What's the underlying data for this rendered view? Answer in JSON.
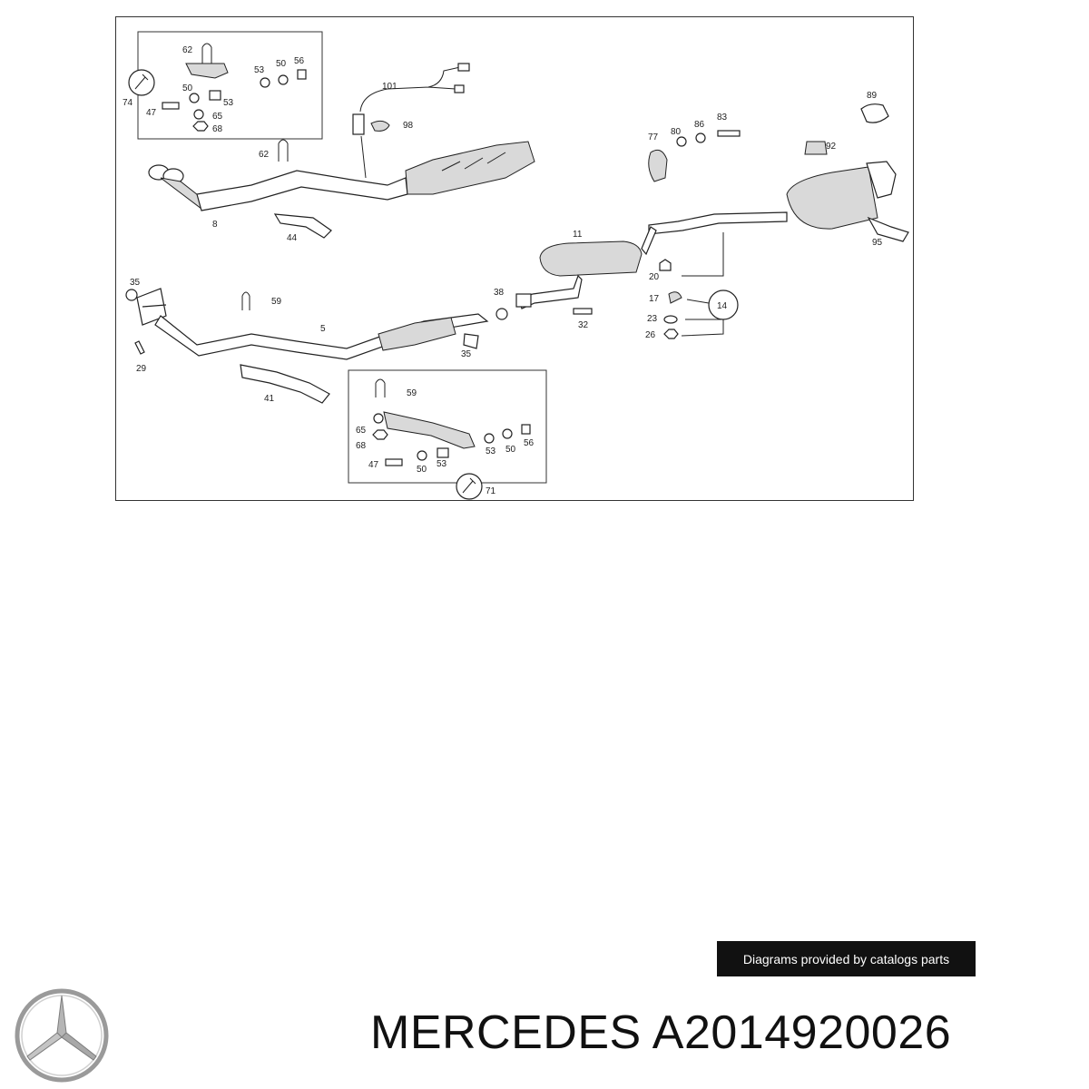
{
  "diagram": {
    "callouts": [
      "62",
      "56",
      "50",
      "53",
      "74",
      "50",
      "47",
      "53",
      "65",
      "68",
      "101",
      "98",
      "62",
      "8",
      "44",
      "89",
      "77",
      "80",
      "86",
      "83",
      "92",
      "95",
      "11",
      "35",
      "59",
      "38",
      "5",
      "20",
      "17",
      "14",
      "23",
      "26",
      "32",
      "29",
      "35",
      "41",
      "59",
      "65",
      "68",
      "56",
      "53",
      "50",
      "47",
      "50",
      "53",
      "71"
    ]
  },
  "credit": {
    "text": "Diagrams provided by catalogs parts"
  },
  "brand": {
    "logo_icon": "mercedes-star-icon",
    "title": "MERCEDES A2014920026"
  }
}
